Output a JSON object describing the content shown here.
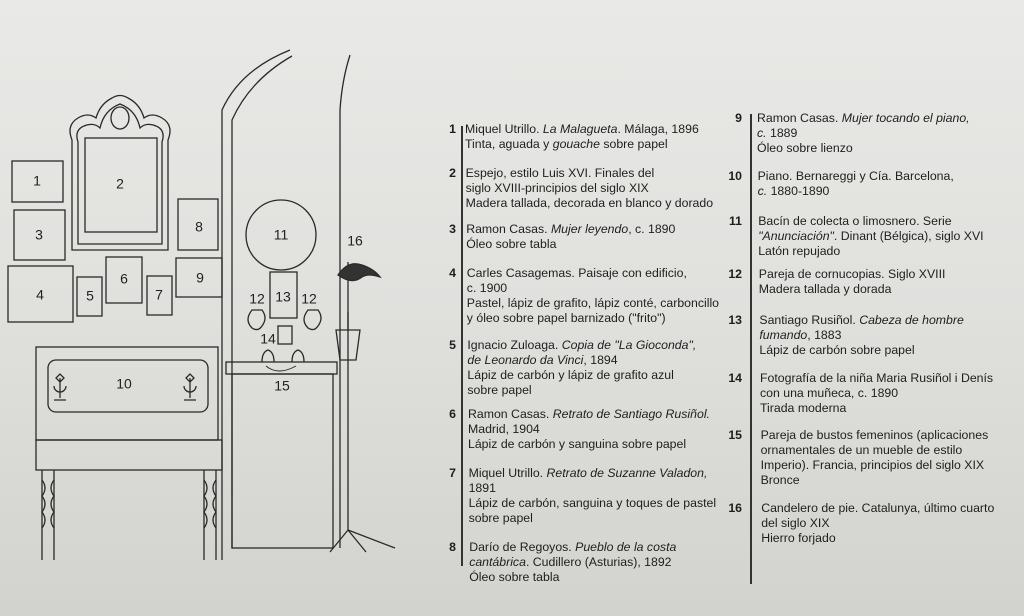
{
  "diagram_labels": [
    "1",
    "2",
    "3",
    "4",
    "5",
    "6",
    "7",
    "8",
    "9",
    "10",
    "11",
    "12",
    "12",
    "13",
    "14",
    "15",
    "16"
  ],
  "columns": [
    {
      "entries": [
        {
          "num": "1",
          "lines": [
            [
              {
                "t": "Miquel Utrillo. ",
                "s": "n"
              },
              {
                "t": "La Malagueta",
                "s": "i"
              },
              {
                "t": ". Málaga, 1896",
                "s": "n"
              }
            ],
            [
              {
                "t": "Tinta, aguada y ",
                "s": "n"
              },
              {
                "t": "gouache",
                "s": "i"
              },
              {
                "t": " sobre papel",
                "s": "n"
              }
            ]
          ]
        },
        {
          "num": "2",
          "lines": [
            [
              {
                "t": "Espejo, estilo Luis XVI. Finales del",
                "s": "n"
              }
            ],
            [
              {
                "t": "siglo XVIII-principios del siglo XIX",
                "s": "n"
              }
            ],
            [
              {
                "t": "Madera tallada, decorada en blanco y dorado",
                "s": "n"
              }
            ]
          ]
        },
        {
          "num": "3",
          "lines": [
            [
              {
                "t": "Ramon Casas. ",
                "s": "n"
              },
              {
                "t": "Mujer leyendo",
                "s": "i"
              },
              {
                "t": ", c. 1890",
                "s": "n"
              }
            ],
            [
              {
                "t": "Óleo sobre tabla",
                "s": "n"
              }
            ]
          ]
        },
        {
          "num": "4",
          "lines": [
            [
              {
                "t": "Carles Casagemas. Paisaje con edificio,",
                "s": "n"
              }
            ],
            [
              {
                "t": "c. 1900",
                "s": "n"
              }
            ],
            [
              {
                "t": "Pastel, lápiz de grafito, lápiz conté, carboncillo",
                "s": "n"
              }
            ],
            [
              {
                "t": "y óleo sobre papel barnizado (\"frito\")",
                "s": "n"
              }
            ]
          ]
        },
        {
          "num": "5",
          "lines": [
            [
              {
                "t": "Ignacio Zuloaga. ",
                "s": "n"
              },
              {
                "t": "Copia de \"La Gioconda\",",
                "s": "i"
              }
            ],
            [
              {
                "t": "de Leonardo da Vinci",
                "s": "i"
              },
              {
                "t": ", 1894",
                "s": "n"
              }
            ],
            [
              {
                "t": "Lápiz de carbón y lápiz de grafito azul",
                "s": "n"
              }
            ],
            [
              {
                "t": "sobre papel",
                "s": "n"
              }
            ]
          ]
        },
        {
          "num": "6",
          "lines": [
            [
              {
                "t": "Ramon Casas. ",
                "s": "n"
              },
              {
                "t": "Retrato de Santiago Rusiñol.",
                "s": "i"
              }
            ],
            [
              {
                "t": "Madrid, 1904",
                "s": "n"
              }
            ],
            [
              {
                "t": "Lápiz de carbón y sanguina sobre papel",
                "s": "n"
              }
            ]
          ]
        },
        {
          "num": "7",
          "lines": [
            [
              {
                "t": "Miquel Utrillo. ",
                "s": "n"
              },
              {
                "t": "Retrato de Suzanne Valadon,",
                "s": "i"
              }
            ],
            [
              {
                "t": "1891",
                "s": "n"
              }
            ],
            [
              {
                "t": "Lápiz de carbón, sanguina y toques de pastel",
                "s": "n"
              }
            ],
            [
              {
                "t": "sobre papel",
                "s": "n"
              }
            ]
          ]
        },
        {
          "num": "8",
          "lines": [
            [
              {
                "t": "Darío de Regoyos. ",
                "s": "n"
              },
              {
                "t": "Pueblo de la costa",
                "s": "i"
              }
            ],
            [
              {
                "t": "cantábrica",
                "s": "i"
              },
              {
                "t": ". Cudillero (Asturias), 1892",
                "s": "n"
              }
            ],
            [
              {
                "t": "Óleo sobre tabla",
                "s": "n"
              }
            ]
          ]
        }
      ]
    },
    {
      "entries": [
        {
          "num": "9",
          "lines": [
            [
              {
                "t": "Ramon Casas. ",
                "s": "n"
              },
              {
                "t": "Mujer tocando el piano,",
                "s": "i"
              }
            ],
            [
              {
                "t": "c.",
                "s": "i"
              },
              {
                "t": " 1889",
                "s": "n"
              }
            ],
            [
              {
                "t": "Óleo sobre lienzo",
                "s": "n"
              }
            ]
          ]
        },
        {
          "num": "10",
          "lines": [
            [
              {
                "t": "Piano. Bernareggi y Cía. Barcelona,",
                "s": "n"
              }
            ],
            [
              {
                "t": "c.",
                "s": "i"
              },
              {
                "t": " 1880-1890",
                "s": "n"
              }
            ]
          ]
        },
        {
          "num": "11",
          "lines": [
            [
              {
                "t": "Bacín de colecta o limosnero. Serie",
                "s": "n"
              }
            ],
            [
              {
                "t": "\"Anunciación\"",
                "s": "i"
              },
              {
                "t": ". Dinant (Bélgica), siglo XVI",
                "s": "n"
              }
            ],
            [
              {
                "t": "Latón repujado",
                "s": "n"
              }
            ]
          ]
        },
        {
          "num": "12",
          "lines": [
            [
              {
                "t": "Pareja de cornucopias. Siglo XVIII",
                "s": "n"
              }
            ],
            [
              {
                "t": "Madera tallada y dorada",
                "s": "n"
              }
            ]
          ]
        },
        {
          "num": "13",
          "lines": [
            [
              {
                "t": "Santiago Rusiñol. ",
                "s": "n"
              },
              {
                "t": "Cabeza de hombre",
                "s": "i"
              }
            ],
            [
              {
                "t": "fumando",
                "s": "i"
              },
              {
                "t": ", 1883",
                "s": "n"
              }
            ],
            [
              {
                "t": "Lápiz de carbón sobre papel",
                "s": "n"
              }
            ]
          ]
        },
        {
          "num": "14",
          "lines": [
            [
              {
                "t": "Fotografía de la niña Maria Rusiñol i Denís",
                "s": "n"
              }
            ],
            [
              {
                "t": "con una muñeca, c. 1890",
                "s": "n"
              }
            ],
            [
              {
                "t": "Tirada moderna",
                "s": "n"
              }
            ]
          ]
        },
        {
          "num": "15",
          "lines": [
            [
              {
                "t": "Pareja de bustos femeninos (aplicaciones",
                "s": "n"
              }
            ],
            [
              {
                "t": "ornamentales de un mueble de estilo",
                "s": "n"
              }
            ],
            [
              {
                "t": "Imperio). Francia, principios del siglo XIX",
                "s": "n"
              }
            ],
            [
              {
                "t": "Bronce",
                "s": "n"
              }
            ]
          ]
        },
        {
          "num": "16",
          "lines": [
            [
              {
                "t": "Candelero de pie. Catalunya, último cuarto",
                "s": "n"
              }
            ],
            [
              {
                "t": "del siglo XIX",
                "s": "n"
              }
            ],
            [
              {
                "t": "Hierro forjado",
                "s": "n"
              }
            ]
          ]
        }
      ]
    }
  ]
}
